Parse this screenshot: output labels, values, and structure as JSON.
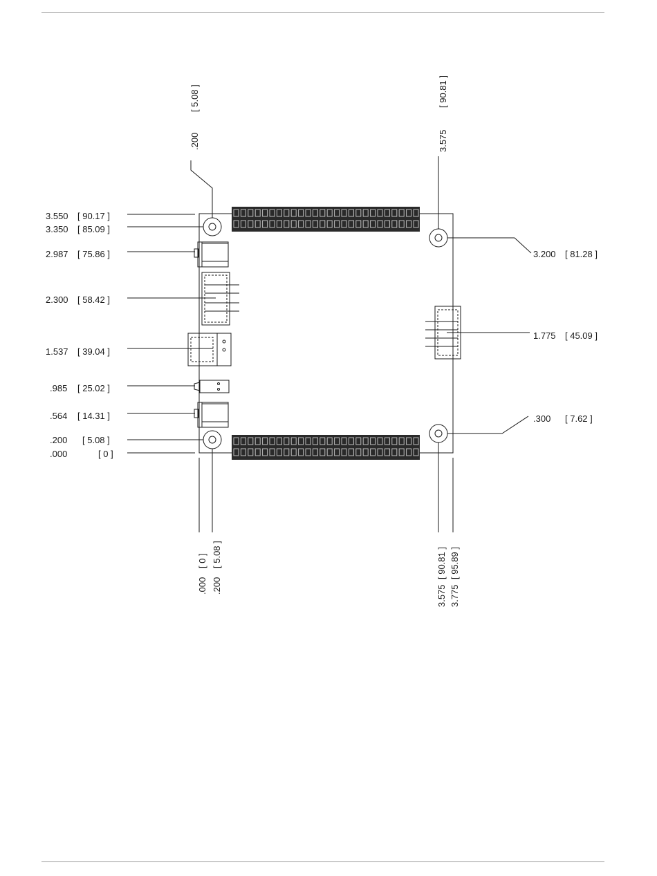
{
  "left_dims": [
    {
      "value": "3.550",
      "mm": "[ 90.17 ]"
    },
    {
      "value": "3.350",
      "mm": "[ 85.09 ]"
    },
    {
      "value": "2.987",
      "mm": "[ 75.86 ]"
    },
    {
      "value": "2.300",
      "mm": "[ 58.42 ]"
    },
    {
      "value": "1.537",
      "mm": "[ 39.04 ]"
    },
    {
      "value": ".985",
      "mm": "[ 25.02 ]"
    },
    {
      "value": ".564",
      "mm": "[ 14.31 ]"
    },
    {
      "value": ".200",
      "mm": "[ 5.08 ]"
    },
    {
      "value": ".000",
      "mm": "[ 0 ]"
    }
  ],
  "right_dims": [
    {
      "value": "3.200",
      "mm": "[ 81.28 ]"
    },
    {
      "value": "1.775",
      "mm": "[ 45.09 ]"
    },
    {
      "value": ".300",
      "mm": "[ 7.62 ]"
    }
  ],
  "top_dims": [
    {
      "value": ".200",
      "mm": "[ 5.08 ]"
    },
    {
      "value": "3.575",
      "mm": "[ 90.81 ]"
    }
  ],
  "bottom_dims": [
    {
      "value": ".000",
      "mm": "[ 0 ]"
    },
    {
      "value": ".200",
      "mm": "[ 5.08 ]"
    },
    {
      "value": "3.575",
      "mm": "[ 90.81 ]"
    },
    {
      "value": "3.775",
      "mm": "[ 95.89 ]"
    }
  ]
}
